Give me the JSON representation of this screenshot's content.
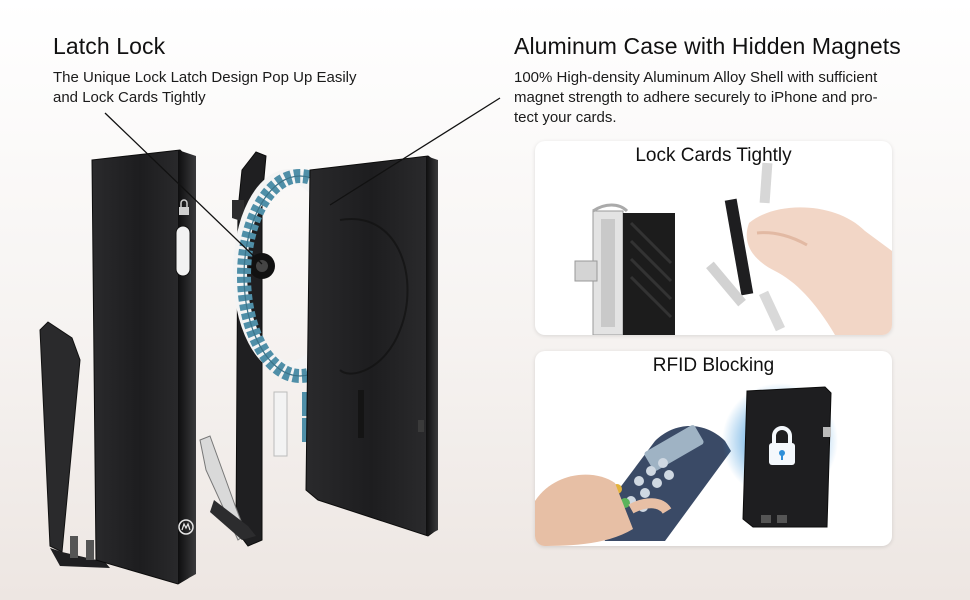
{
  "latch": {
    "title": "Latch Lock",
    "desc_line1": "The Unique Lock Latch Design Pop Up Easily",
    "desc_line2": "and Lock Cards Tightly"
  },
  "case": {
    "title": "Aluminum Case with Hidden Magnets",
    "desc_line1": "100% High-density Aluminum Alloy Shell with sufficient",
    "desc_line2": "magnet strength to adhere securely to iPhone and pro-",
    "desc_line3": "tect your cards."
  },
  "panels": {
    "lock_title": "Lock Cards Tightly",
    "rfid_title": "RFID Blocking"
  },
  "colors": {
    "case_black": "#1f1f21",
    "magnet_blue": "#4f8fa8",
    "rfid_glow": "#2f8fd8"
  },
  "icons": {
    "case_lock": "lock-icon",
    "case_logo": "logo-icon",
    "rfid_lock": "padlock-icon"
  }
}
